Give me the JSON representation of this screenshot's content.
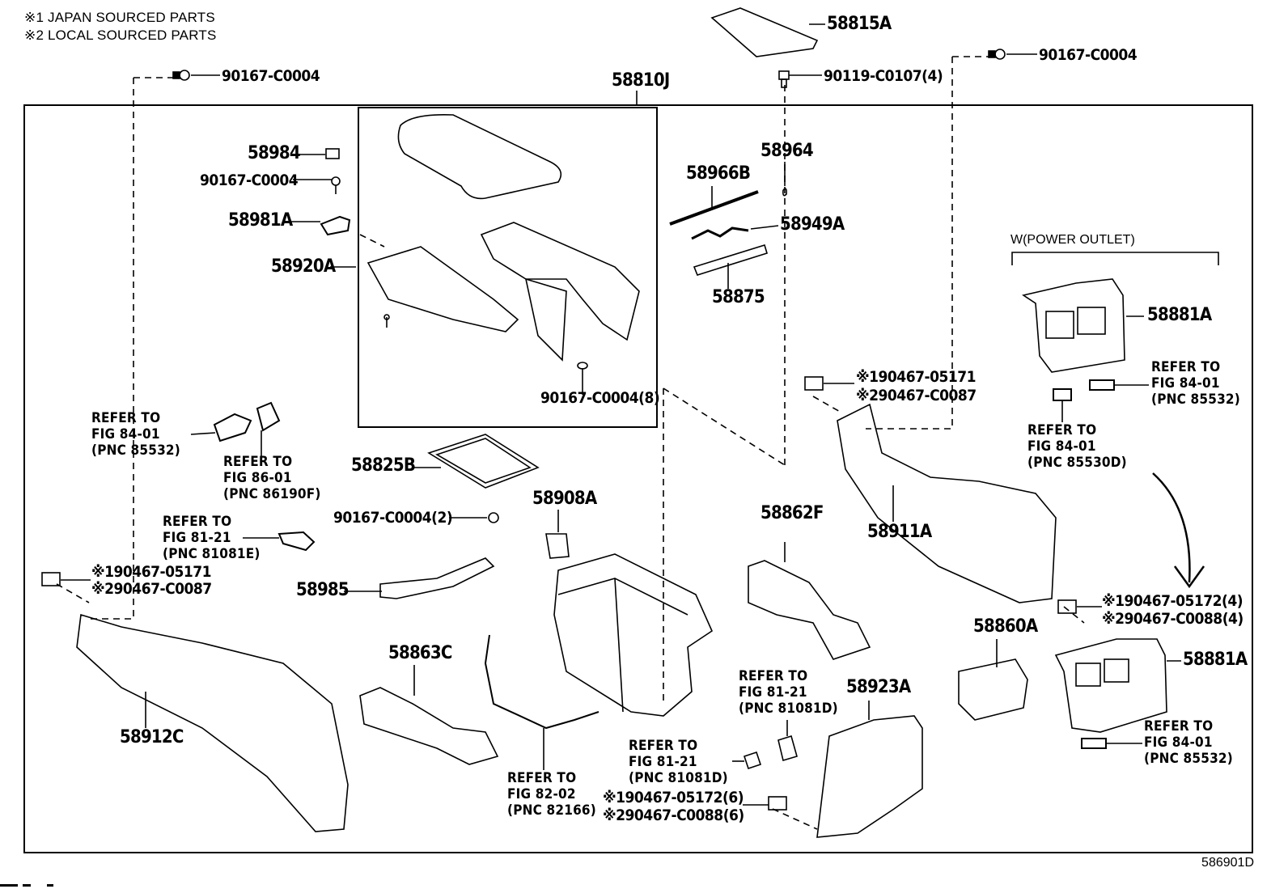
{
  "legend": [
    "※1 JAPAN SOURCED PARTS",
    "※2 LOCAL SOURCED PARTS"
  ],
  "group_label": "W(POWER OUTLET)",
  "sheet_id": "586901D",
  "assembly": "58810J",
  "parts": {
    "p58815A": "58815A",
    "p90119": "90119-C0107(4)",
    "p90167_tl": "90167-C0004",
    "p90167_tr": "90167-C0004",
    "p58984": "58984",
    "p90167_a": "90167-C0004",
    "p58981A": "58981A",
    "p58920A": "58920A",
    "p58964": "58964",
    "p58966B": "58966B",
    "p58949A": "58949A",
    "p58875": "58875",
    "p90167_8": "90167-C0004(8)",
    "p58825B": "58825B",
    "p90167_2": "90167-C0004(2)",
    "p58908A": "58908A",
    "p58985": "58985",
    "p58863C": "58863C",
    "p58912C": "58912C",
    "p58862F": "58862F",
    "p58911A": "58911A",
    "p58923A": "58923A",
    "p58860A": "58860A",
    "p58881A_top": "58881A",
    "p58881A_bot": "58881A",
    "clip_mid_1": "※190467-05171",
    "clip_mid_2": "※290467-C0087",
    "clip_left_1": "※190467-05171",
    "clip_left_2": "※290467-C0087",
    "clip_right_1": "※190467-05172(4)",
    "clip_right_2": "※290467-C0088(4)",
    "clip_bot_1": "※190467-05172(6)",
    "clip_bot_2": "※290467-C0088(6)"
  },
  "references": {
    "ref_left_84": "REFER TO\nFIG 84-01\n(PNC 85532)",
    "ref_left_86": "REFER TO\nFIG 86-01\n(PNC 86190F)",
    "ref_left_81": "REFER TO\nFIG 81-21\n(PNC 81081E)",
    "ref_82": "REFER TO\nFIG 82-02\n(PNC 82166)",
    "ref_81_mid": "REFER TO\nFIG 81-21\n(PNC 81081D)",
    "ref_81_right": "REFER TO\nFIG 81-21\n(PNC 81081D)",
    "ref_right_top": "REFER TO\nFIG 84-01\n(PNC 85532)",
    "ref_right_530": "REFER TO\nFIG 84-01\n(PNC 85530D)",
    "ref_right_bot": "REFER TO\nFIG 84-01\n(PNC 85532)"
  }
}
